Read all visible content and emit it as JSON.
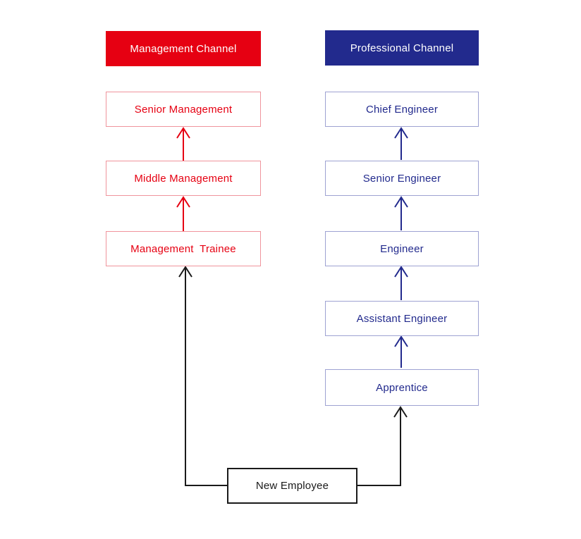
{
  "colors": {
    "management_red": "#E60012",
    "management_red_light": "#F0949C",
    "professional_blue": "#222A8D",
    "professional_blue_light": "#9EA2D2",
    "line_black": "#1A1A1A"
  },
  "diagram": {
    "type": "flowchart",
    "channels": [
      {
        "id": "management",
        "header": "Management Channel",
        "color": "#E60012",
        "levels": [
          "Senior Management",
          "Middle Management",
          "Management  Trainee"
        ]
      },
      {
        "id": "professional",
        "header": "Professional Channel",
        "color": "#222A8D",
        "levels": [
          "Chief Engineer",
          "Senior Engineer",
          "Engineer",
          "Assistant Engineer",
          "Apprentice"
        ]
      }
    ],
    "entry": {
      "label": "New Employee"
    }
  }
}
